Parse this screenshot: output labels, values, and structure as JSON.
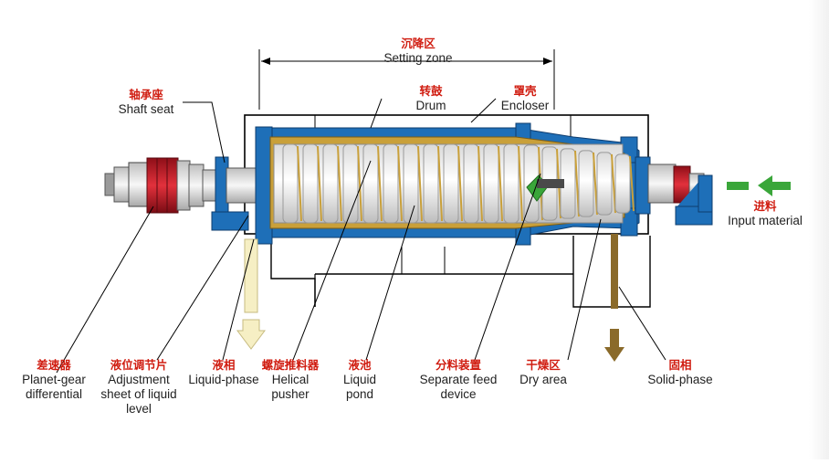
{
  "labels": {
    "setting_zone": {
      "cn": "沉降区",
      "en": "Setting zone"
    },
    "shaft_seat": {
      "cn": "轴承座",
      "en": "Shaft seat"
    },
    "drum": {
      "cn": "转鼓",
      "en": "Drum"
    },
    "encloser": {
      "cn": "罩壳",
      "en": "Encloser"
    },
    "input_material": {
      "cn": "进料",
      "en": "Input material"
    },
    "planet_gear": {
      "cn": "差速器",
      "en1": "Planet-gear",
      "en2": "differential"
    },
    "adjustment": {
      "cn": "液位调节片",
      "en1": "Adjustment",
      "en2": "sheet of liquid",
      "en3": "level"
    },
    "liquid_phase": {
      "cn": "液相",
      "en": "Liquid-phase"
    },
    "helical_pusher": {
      "cn": "螺旋推料器",
      "en1": "Helical",
      "en2": "pusher"
    },
    "liquid_pond": {
      "cn": "液池",
      "en1": "Liquid",
      "en2": "pond"
    },
    "separate_feed": {
      "cn": "分料装置",
      "en1": "Separate feed",
      "en2": "device"
    },
    "dry_area": {
      "cn": "干燥区",
      "en": "Dry area"
    },
    "solid_phase": {
      "cn": "固相",
      "en": "Solid-phase"
    }
  },
  "colors": {
    "frame_blue": "#1e6fb8",
    "inner_gold": "#c9a03a",
    "coil": "#f4f4f4",
    "gear_red": "#c81e2a",
    "liquid_arrow": "#f6efc4",
    "solid_arrow": "#8a6a2a",
    "feed_green": "#3aa63a",
    "label_red": "#d01c10"
  }
}
